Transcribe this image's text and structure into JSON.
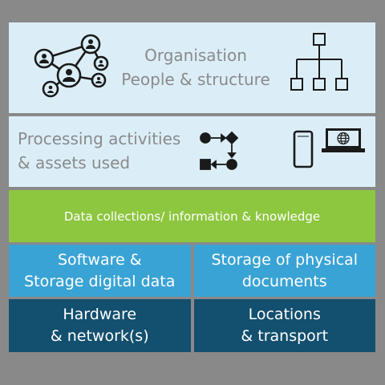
{
  "organisation": {
    "line1": "Organisation",
    "line2": "People & structure",
    "icons": [
      "people-network-icon",
      "org-chart-icon"
    ]
  },
  "processing": {
    "line1": "Processing activities",
    "line2": "& assets used",
    "icons": [
      "process-flow-icon",
      "smartphone-icon",
      "laptop-globe-icon"
    ]
  },
  "data_layer": {
    "label": "Data collections/ information & knowledge"
  },
  "software": {
    "line1": "Software &",
    "line2": "Storage digital data"
  },
  "physical_storage": {
    "line1": "Storage of physical",
    "line2": "documents"
  },
  "hardware": {
    "line1": "Hardware",
    "line2": "& network(s)"
  },
  "locations": {
    "line1": "Locations",
    "line2": "& transport"
  },
  "colors": {
    "background": "#898989",
    "light_layer": "#dbeef8",
    "green_layer": "#8dc63f",
    "software_layer": "#3aa3d5",
    "hardware_layer": "#134f6e",
    "muted_text": "#8a8a8a",
    "icon_stroke": "#1a1a1a"
  }
}
